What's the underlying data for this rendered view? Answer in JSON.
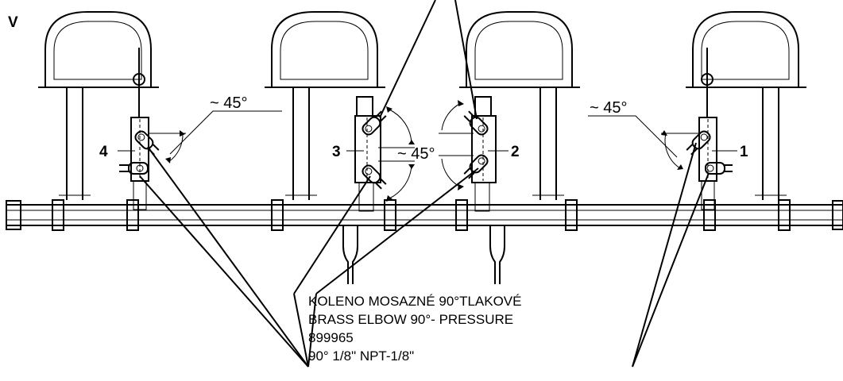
{
  "view_label": "V",
  "positions": [
    "1",
    "2",
    "3",
    "4"
  ],
  "angles": {
    "left": "~ 45°",
    "middle": "~ 45°",
    "right": "~ 45°"
  },
  "part_note": {
    "line1": "KOLENO MOSAZNÉ 90°TLAKOVÉ",
    "line2": "BRASS ELBOW 90°- PRESSURE",
    "line3": "899965",
    "line4": "90° 1/8\" NPT-1/8\""
  },
  "colors": {
    "ink": "#000000",
    "paper": "#ffffff"
  }
}
